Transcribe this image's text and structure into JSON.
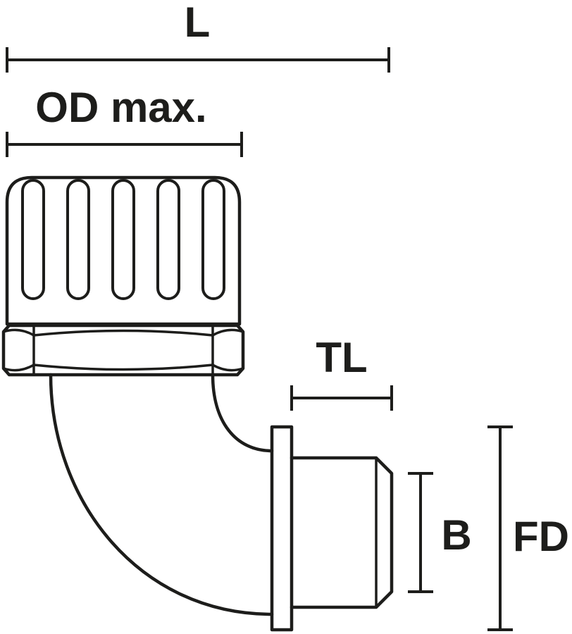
{
  "figure": {
    "colors": {
      "stroke": "#1d1d1b",
      "background": "#ffffff"
    },
    "dimensions": {
      "overall_length": {
        "label": "L"
      },
      "outer_diameter_max": {
        "label": "OD max."
      },
      "thread_length": {
        "label": "TL"
      },
      "bore": {
        "label": "B"
      },
      "flange_diameter": {
        "label": "FD"
      }
    }
  }
}
